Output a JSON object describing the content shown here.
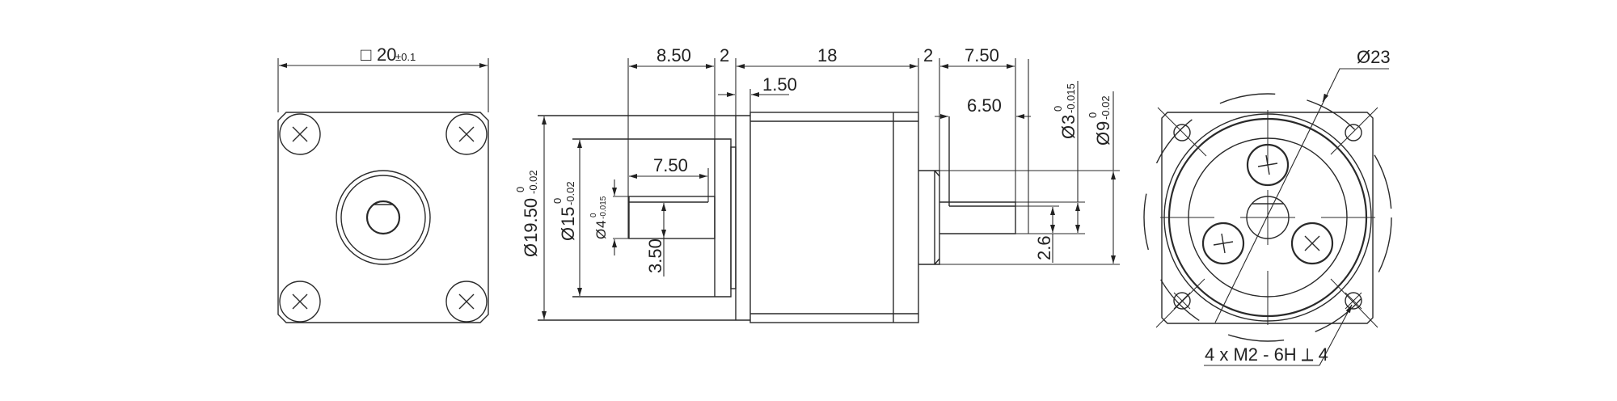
{
  "front_view": {
    "square_symbol": "□",
    "size": "20",
    "tolerance": "±0.1"
  },
  "side_view": {
    "dims_top": [
      "8.50",
      "2",
      "18",
      "2",
      "7.50"
    ],
    "flange_thickness": "1.50",
    "shaft_key_length_out": "6.50",
    "shaft_key_length_in": "7.50",
    "housing_diameter": {
      "symbol": "Ø",
      "value": "19.50",
      "upper": "0",
      "lower": "-0.02"
    },
    "boss_diameter": {
      "symbol": "Ø",
      "value": "15",
      "upper": "0",
      "lower": "-0.02"
    },
    "output_shaft_diameter": {
      "symbol": "Ø",
      "value": "4",
      "upper": "0",
      "lower": "-0.015"
    },
    "output_flat": "3.50",
    "motor_shaft_diameter": {
      "symbol": "Ø",
      "value": "3",
      "upper": "0",
      "lower": "-0.015"
    },
    "motor_boss_diameter": {
      "symbol": "Ø",
      "value": "9",
      "upper": "0",
      "lower": "-0.02"
    },
    "motor_flat": "2.6"
  },
  "rear_view": {
    "pitch_circle": "Ø23",
    "thread_note": "4 x M2 - 6H ⟂ 4"
  }
}
